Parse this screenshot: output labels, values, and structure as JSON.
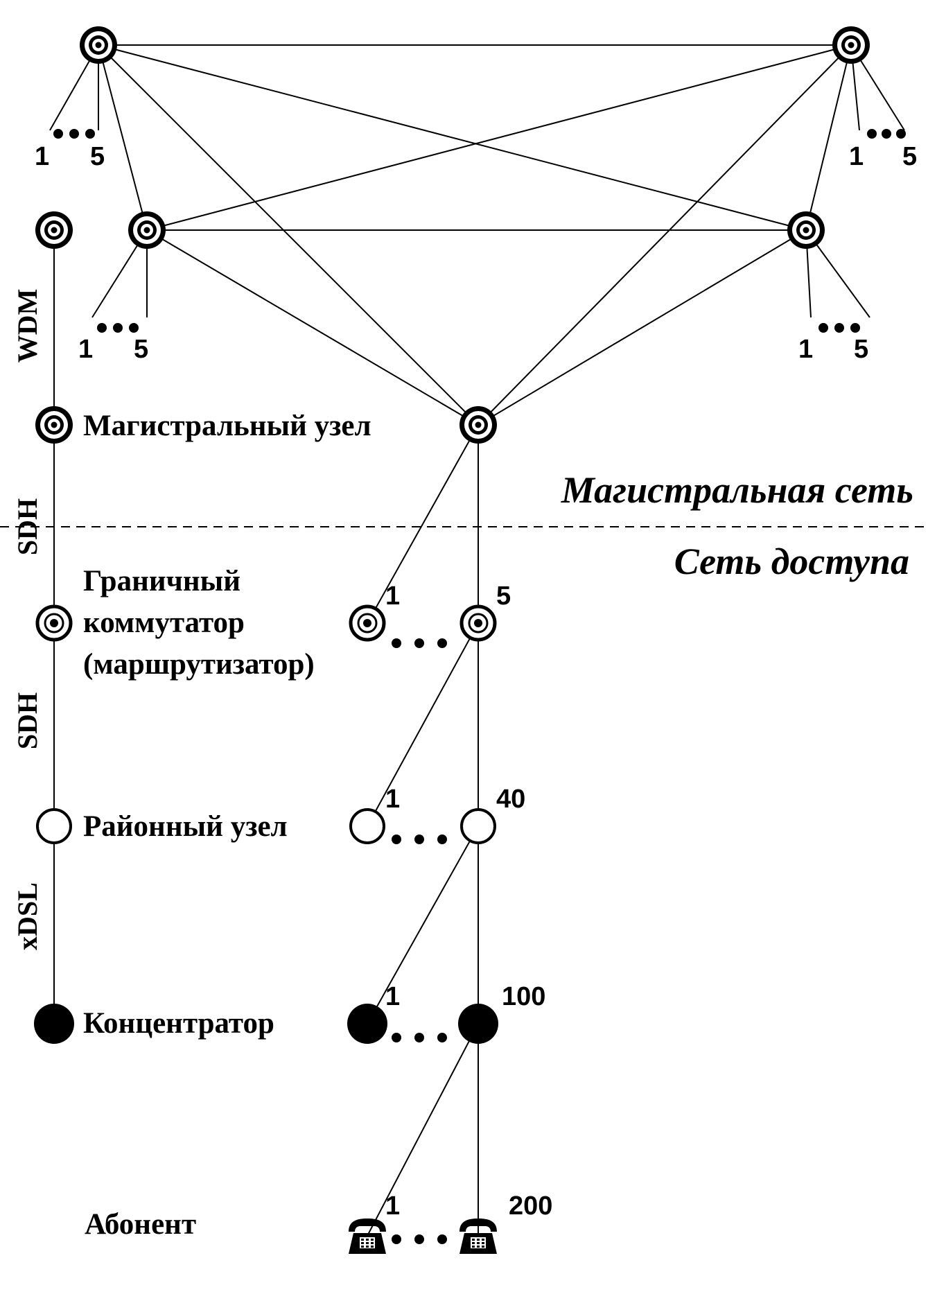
{
  "legend": {
    "backbone_node": "Магистральный узел",
    "edge_switch_line1": "Граничный",
    "edge_switch_line2": "коммутатор",
    "edge_switch_line3": "(маршрутизатор)",
    "district_node": "Районный узел",
    "concentrator": "Концентратор",
    "subscriber": "Абонент"
  },
  "links": {
    "wdm": "WDM",
    "sdh_upper": "SDH",
    "sdh_lower": "SDH",
    "xdsl": "xDSL"
  },
  "zones": {
    "backbone_network": "Магистральная сеть",
    "access_network": "Сеть доступа"
  },
  "ranges": {
    "backbone_first": "1",
    "backbone_last": "5",
    "edge_first": "1",
    "edge_last": "5",
    "district_first": "1",
    "district_last": "40",
    "concentrator_first": "1",
    "concentrator_last": "100",
    "subscriber_first": "1",
    "subscriber_last": "200"
  },
  "icons": {
    "backbone_node": "double-ring-node-icon",
    "edge_switch": "ring-dot-node-icon",
    "district_node": "hollow-circle-node-icon",
    "concentrator": "filled-circle-node-icon",
    "subscriber": "telephone-icon"
  }
}
